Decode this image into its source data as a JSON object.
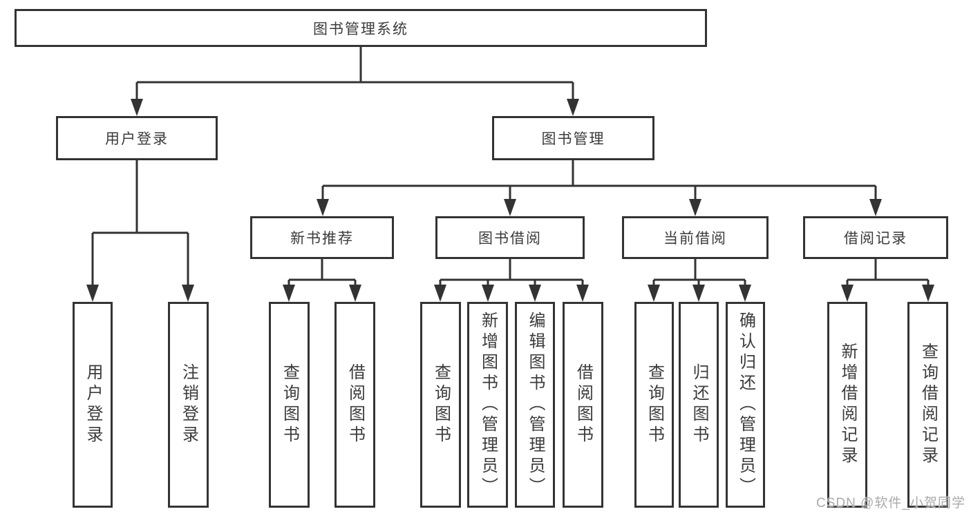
{
  "tree": {
    "root": {
      "label": "图书管理系统"
    },
    "branches": [
      {
        "label": "用户登录",
        "children": [
          {
            "label": "用户登录"
          },
          {
            "label": "注销登录"
          }
        ]
      },
      {
        "label": "图书管理",
        "children": [
          {
            "label": "新书推荐",
            "children": [
              {
                "label": "查询图书"
              },
              {
                "label": "借阅图书"
              }
            ]
          },
          {
            "label": "图书借阅",
            "children": [
              {
                "label": "查询图书"
              },
              {
                "label": "新增图书（管理员）"
              },
              {
                "label": "编辑图书（管理员）"
              },
              {
                "label": "借阅图书"
              }
            ]
          },
          {
            "label": "当前借阅",
            "children": [
              {
                "label": "查询图书"
              },
              {
                "label": "归还图书"
              },
              {
                "label": "确认归还（管理员）"
              }
            ]
          },
          {
            "label": "借阅记录",
            "children": [
              {
                "label": "新增借阅记录"
              },
              {
                "label": "查询借阅记录"
              }
            ]
          }
        ]
      }
    ]
  },
  "watermark": {
    "text": "CSDN @软件_小贺同学",
    "color": "#a9a9a9"
  },
  "colors": {
    "line": "#333333",
    "box_border": "#333333",
    "text": "#3b3b3b",
    "background": "#ffffff"
  }
}
